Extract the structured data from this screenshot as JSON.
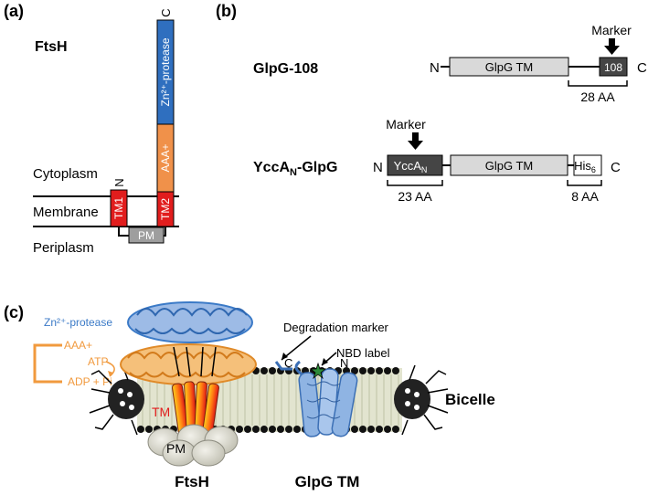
{
  "panels": {
    "a": {
      "label": "(a)",
      "title": "FtsH",
      "regions": {
        "cytoplasm": "Cytoplasm",
        "membrane": "Membrane",
        "periplasm": "Periplasm"
      },
      "n_term": "N",
      "c_term": "C",
      "domains": {
        "tm1": "TM1",
        "tm2": "TM2",
        "pm": "PM",
        "aaa": "AAA+",
        "protease": "Zn²⁺-protease"
      },
      "colors": {
        "tm": "#e11d1d",
        "aaa": "#f0914a",
        "protease": "#2f6fbf",
        "pm": "#9e9e9e"
      }
    },
    "b": {
      "label": "(b)",
      "construct1": {
        "name": "GlpG-108",
        "n_term": "N",
        "c_term": "C",
        "tm": "GlpG TM",
        "marker_box": "108",
        "marker_label": "Marker",
        "span": "28 AA"
      },
      "construct2": {
        "name_main": "YccA",
        "name_sub": "N",
        "name_tail": "-GlpG",
        "n_term": "N",
        "c_term": "C",
        "marker_box": "YccA",
        "marker_box_sub": "N",
        "marker_label": "Marker",
        "tm": "GlpG TM",
        "his": "His",
        "his_sub": "6",
        "span1": "23 AA",
        "span2": "8 AA"
      }
    },
    "c": {
      "label": "(c)",
      "protease": "Zn²⁺-protease",
      "aaa": "AAA+",
      "atp": "ATP",
      "adp": "ADP + Pi",
      "tm": "TM",
      "pm": "PM",
      "degradation_marker": "Degradation marker",
      "nbd_label": "NBD label",
      "c_term": "C",
      "n_term": "N",
      "bicelle": "Bicelle",
      "ftsh": "FtsH",
      "glpg": "GlpG TM",
      "colors": {
        "protease": "#3b7ac7",
        "aaa": "#f19a3e",
        "glpg": "#6f9fd8",
        "nbd": "#2e8b3a"
      }
    }
  }
}
